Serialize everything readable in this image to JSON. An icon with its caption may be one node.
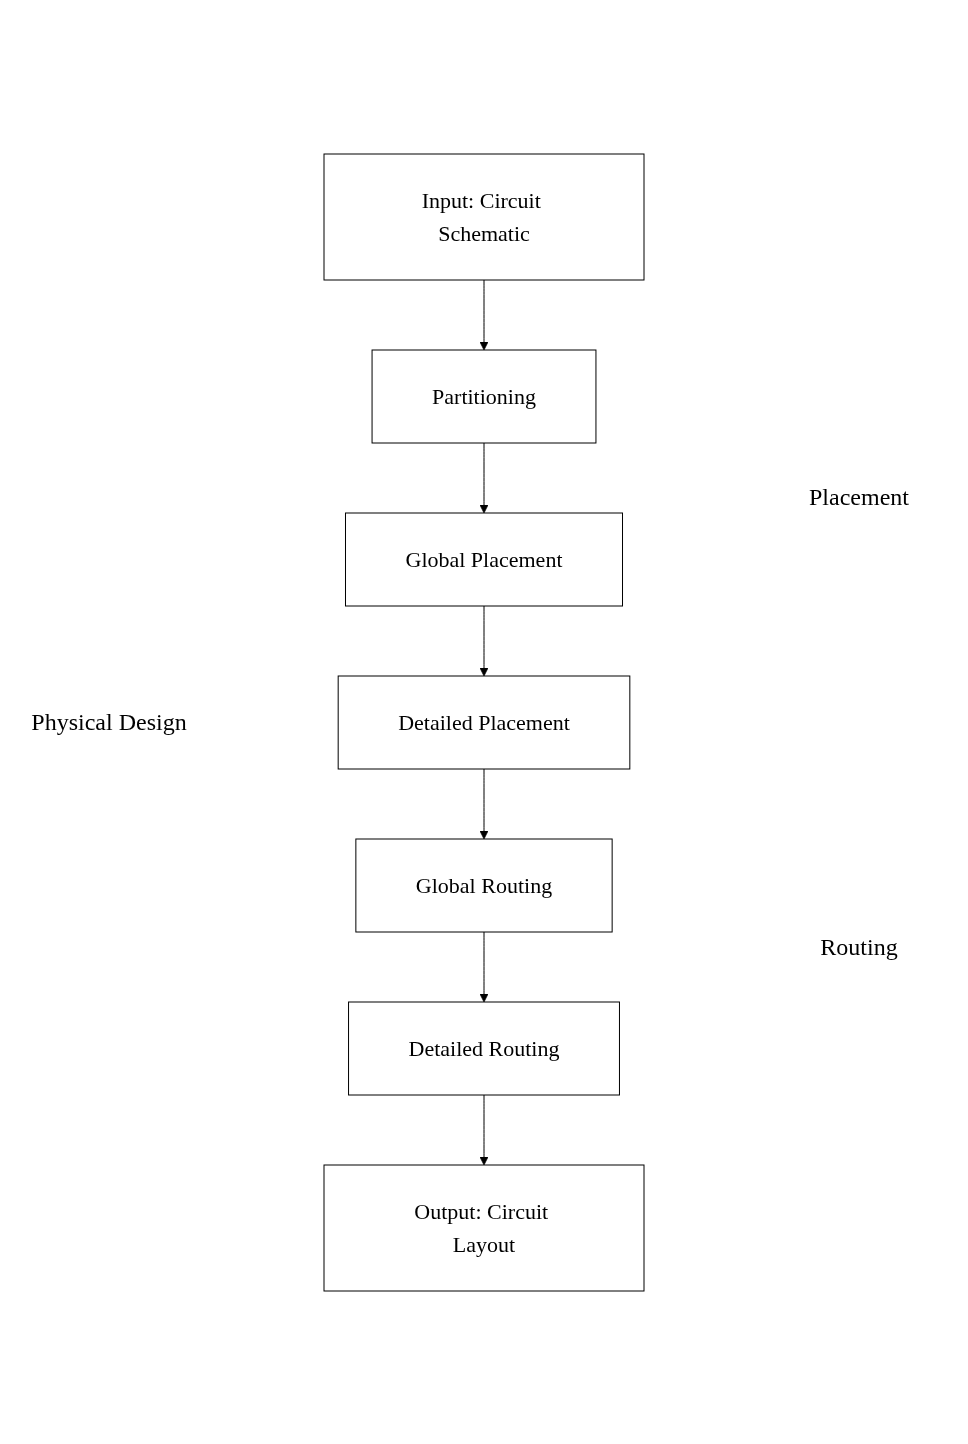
{
  "diagram": {
    "nodes": [
      {
        "text": [
          "Input: Circuit Schematic"
        ]
      },
      {
        "text": [
          "Partitioning"
        ]
      },
      {
        "text": [
          "Global Placement"
        ]
      },
      {
        "text": [
          "Detailed Placement"
        ]
      },
      {
        "text": [
          "Global Routing"
        ]
      },
      {
        "text": [
          "Detailed Routing"
        ]
      },
      {
        "text": [
          "Output: Circuit Layout"
        ]
      }
    ],
    "edges": [
      {
        "from": 0,
        "to": 1,
        "arrow": "to"
      },
      {
        "from": 1,
        "to": 2,
        "arrow": "to"
      },
      {
        "from": 2,
        "to": 3,
        "arrow": "to"
      },
      {
        "from": 3,
        "to": 4,
        "arrow": "to"
      },
      {
        "from": 4,
        "to": 5,
        "arrow": "to"
      },
      {
        "from": 5,
        "to": 6,
        "arrow": "to"
      }
    ],
    "labels": [
      "Physical Design",
      "Placement",
      "Routing"
    ]
  }
}
